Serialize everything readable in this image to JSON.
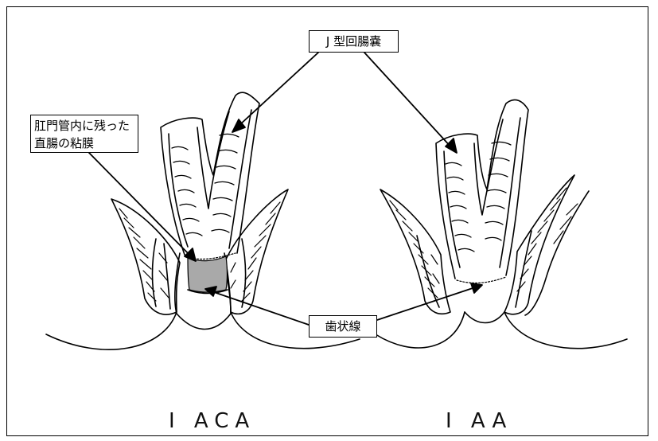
{
  "labels": {
    "pouch": "J 型回腸嚢",
    "mucosa": "肛門管内に残った直腸の粘膜",
    "dentate": "歯状線"
  },
  "captions": {
    "left": "I ACA",
    "right": "I AA"
  }
}
